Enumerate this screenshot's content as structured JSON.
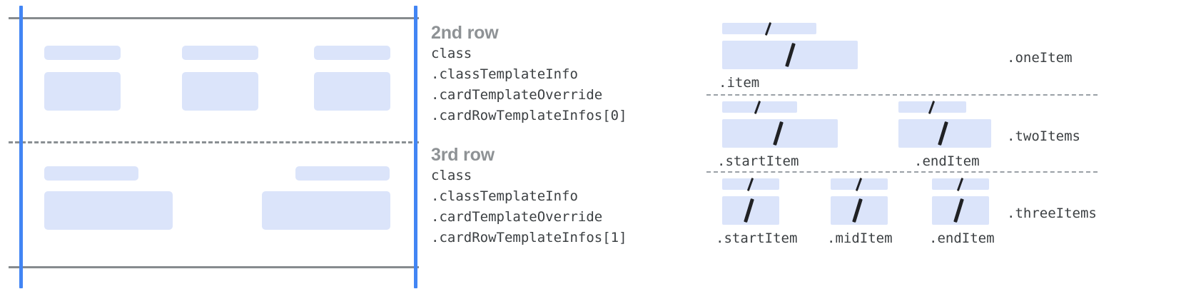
{
  "colors": {
    "placeholder_fill": "#dbe4fa",
    "accent_blue_guide": "#4285f4",
    "solid_rule_grey": "#868b8e",
    "dashed_rule_grey": "#9aa0a6",
    "heading_grey": "#8e9295",
    "code_text": "#3c4043",
    "slash_mark": "#202124"
  },
  "card_preview": {
    "name": "card-template-preview",
    "rows": [
      {
        "name": "second-row-preview",
        "columns": [
          {
            "label_bar": true,
            "body_bar": true
          },
          {
            "label_bar": true,
            "body_bar": true
          },
          {
            "label_bar": true,
            "body_bar": true
          }
        ]
      },
      {
        "name": "third-row-preview",
        "columns": [
          {
            "label_bar": true,
            "body_bar": true
          },
          {
            "label_bar": true,
            "body_bar": true
          }
        ]
      }
    ]
  },
  "descriptions": [
    {
      "title": "2nd row",
      "code_lines": [
        "class",
        ".classTemplateInfo",
        ".cardTemplateOverride",
        ".cardRowTemplateInfos[0]"
      ]
    },
    {
      "title": "3rd row",
      "code_lines": [
        "class",
        ".classTemplateInfo",
        ".cardTemplateOverride",
        ".cardRowTemplateInfos[1]"
      ]
    }
  ],
  "variants": [
    {
      "name": ".oneItem",
      "slots": [
        {
          "label": ".item"
        }
      ]
    },
    {
      "name": ".twoItems",
      "slots": [
        {
          "label": ".startItem"
        },
        {
          "label": ".endItem"
        }
      ]
    },
    {
      "name": ".threeItems",
      "slots": [
        {
          "label": ".startItem"
        },
        {
          "label": ".midItem"
        },
        {
          "label": ".endItem"
        }
      ]
    }
  ]
}
